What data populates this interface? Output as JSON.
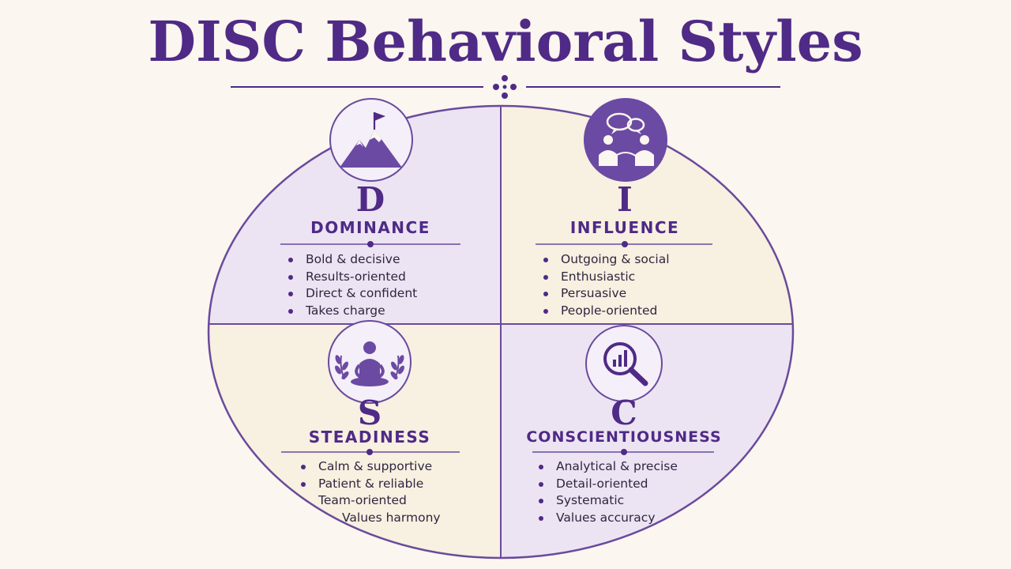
{
  "title": "DISC Behavioral Styles",
  "colors": {
    "accent": "#4f2a86",
    "background": "#fbf6ef",
    "lavender_fill": "#ece4f3",
    "cream_fill": "#f8f0e0"
  },
  "quadrants": [
    {
      "letter": "D",
      "name": "DOMINANCE",
      "icon": "mountain-flag-icon",
      "traits": [
        "Bold & decisive",
        "Results-oriented",
        "Direct & confident",
        "Takes charge"
      ]
    },
    {
      "letter": "I",
      "name": "INFLUENCE",
      "icon": "people-speech-icon",
      "traits": [
        "Outgoing & social",
        "Enthusiastic",
        "Persuasive",
        "People-oriented"
      ]
    },
    {
      "letter": "S",
      "name": "STEADINESS",
      "icon": "meditation-icon",
      "traits": [
        "Calm & supportive",
        "Patient & reliable",
        "Team-oriented",
        "Values harmony"
      ]
    },
    {
      "letter": "C",
      "name": "CONSCIENTIOUSNESS",
      "icon": "magnifier-chart-icon",
      "traits": [
        "Analytical & precise",
        "Detail-oriented",
        "Systematic",
        "Values accuracy"
      ]
    }
  ]
}
